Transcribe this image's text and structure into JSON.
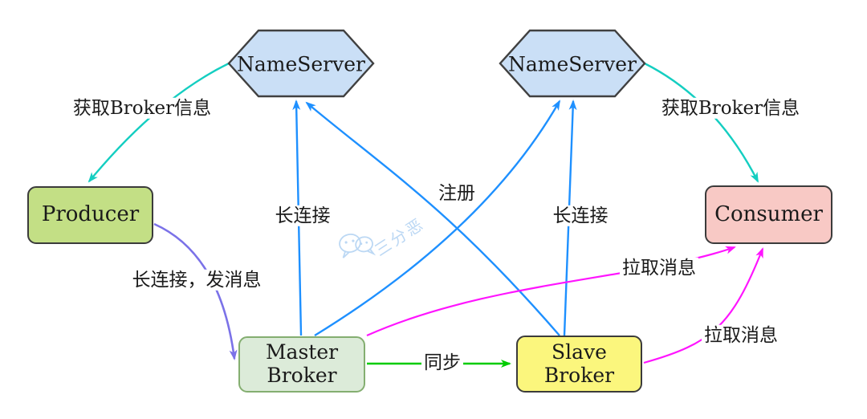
{
  "nodes": {
    "nameserver_left": {
      "label": "NameServer"
    },
    "nameserver_right": {
      "label": "NameServer"
    },
    "producer": {
      "label": "Producer"
    },
    "consumer": {
      "label": "Consumer"
    },
    "master_broker": {
      "label": "Master Broker"
    },
    "slave_broker": {
      "label": "Slave Broker"
    }
  },
  "edges": {
    "get_broker_info_left": {
      "label": "获取Broker信息"
    },
    "get_broker_info_right": {
      "label": "获取Broker信息"
    },
    "long_connection_left": {
      "label": "长连接"
    },
    "long_connection_right": {
      "label": "长连接"
    },
    "register": {
      "label": "注册"
    },
    "long_connection_send": {
      "label": "长连接，发消息"
    },
    "sync": {
      "label": "同步"
    },
    "pull_messages_master": {
      "label": "拉取消息"
    },
    "pull_messages_slave": {
      "label": "拉取消息"
    }
  },
  "watermark": {
    "text": "三分恶",
    "icon": "wechat-icon"
  },
  "colors": {
    "background": "#ffffff",
    "text": "#1a1a1a",
    "nameserver_fill": "#cadff6",
    "nameserver_border": "#404040",
    "producer_fill": "#c3df85",
    "producer_border": "#3b3b3b",
    "consumer_fill": "#f8c9c5",
    "consumer_border": "#3b3b3b",
    "master_fill": "#dcebd9",
    "master_border": "#84ae70",
    "slave_fill": "#fbf67d",
    "slave_border": "#3b3b3b",
    "edge_blue": "#1e90ff",
    "edge_teal": "#14cec1",
    "edge_purple": "#7b72e8",
    "edge_green": "#00cc00",
    "edge_magenta": "#ff14ff",
    "watermark": "#bcd8f4"
  }
}
